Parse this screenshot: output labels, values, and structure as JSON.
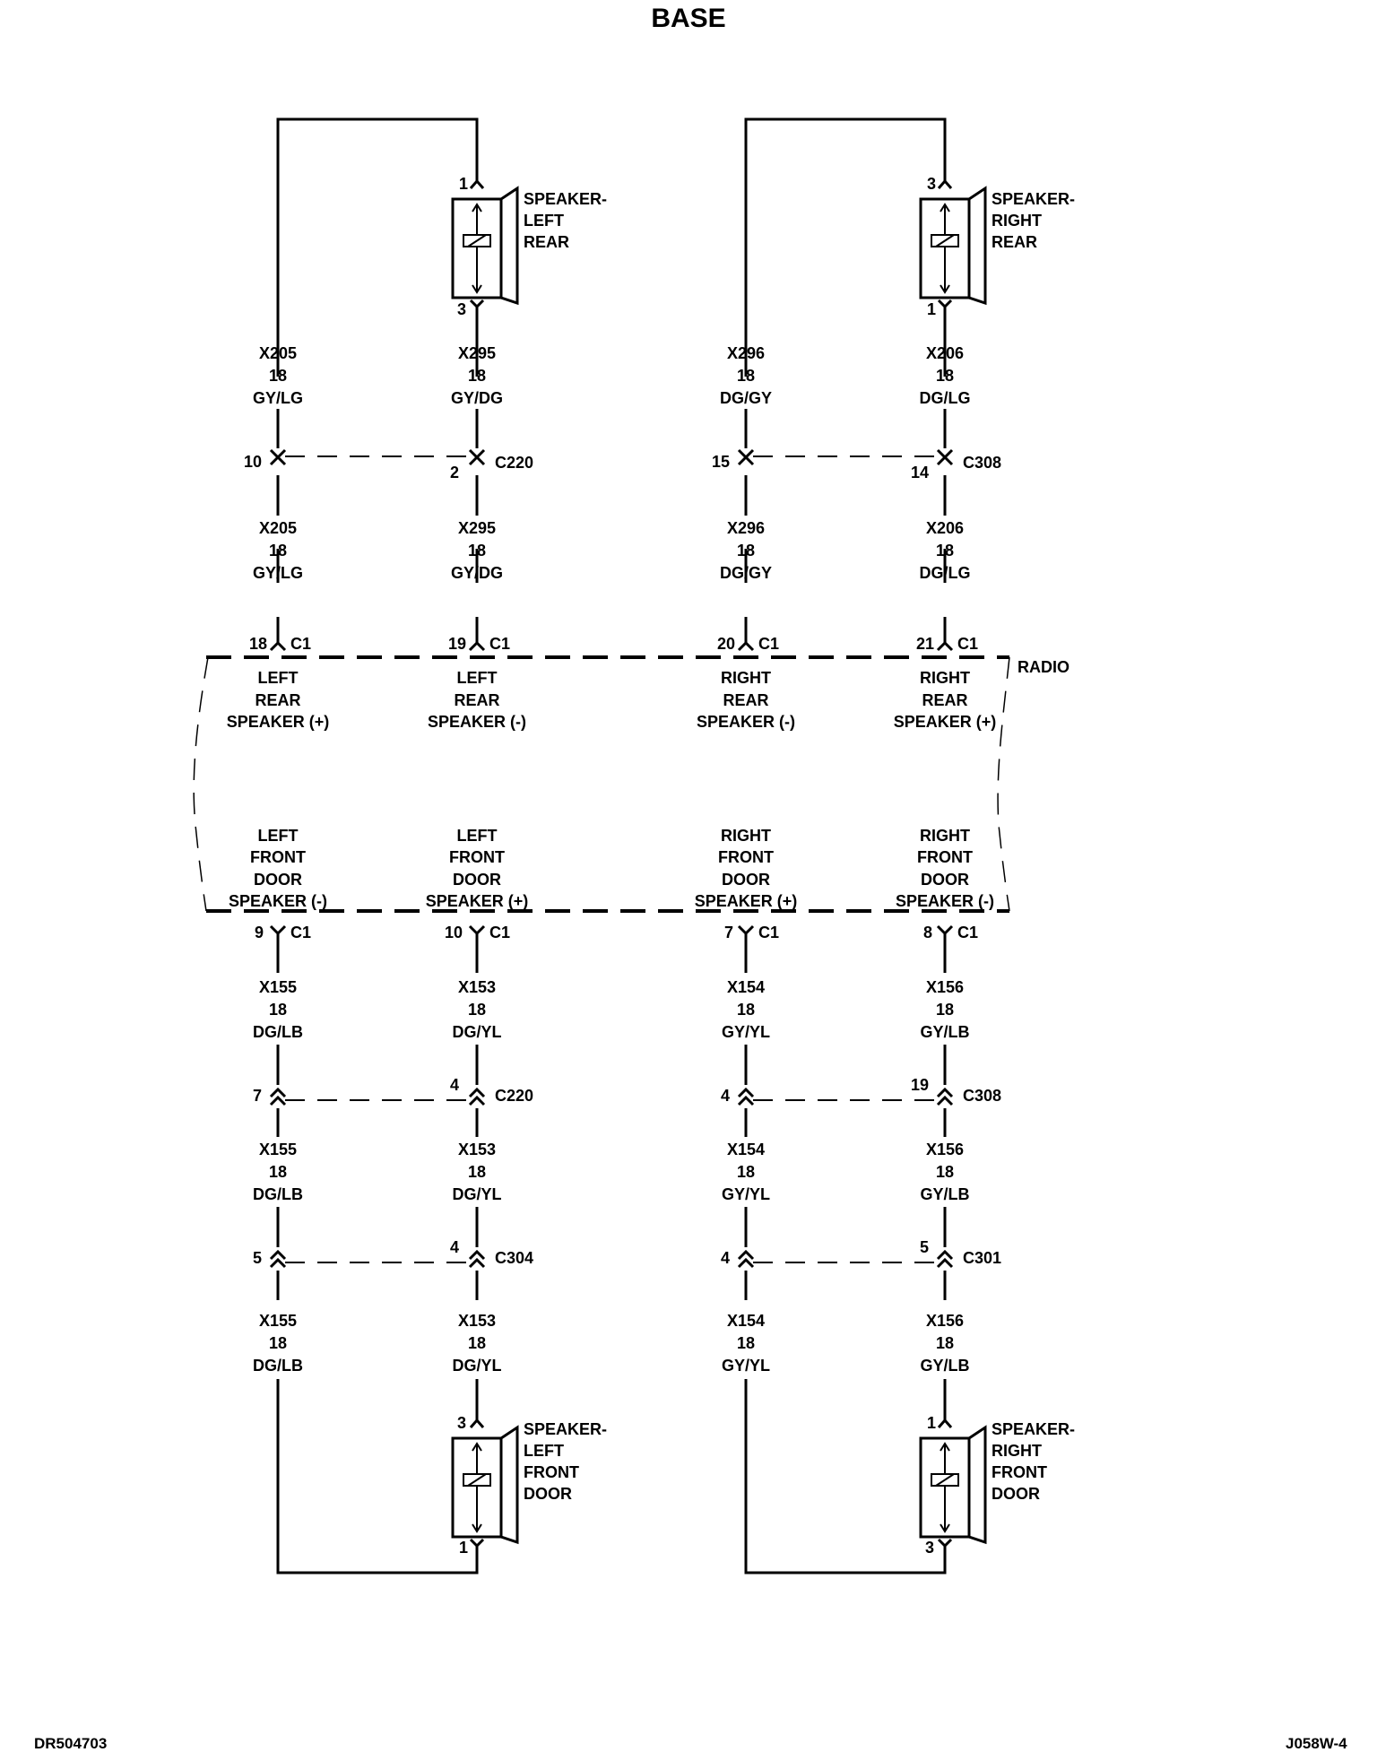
{
  "title": "BASE",
  "footer": {
    "left_code": "DR504703",
    "right_code": "J058W-4"
  },
  "radio_label": "RADIO",
  "speakers": {
    "left_rear": [
      "SPEAKER-",
      "LEFT",
      "REAR"
    ],
    "right_rear": [
      "SPEAKER-",
      "RIGHT",
      "REAR"
    ],
    "left_front_door": [
      "SPEAKER-",
      "LEFT",
      "FRONT",
      "DOOR"
    ],
    "right_front_door": [
      "SPEAKER-",
      "RIGHT",
      "FRONT",
      "DOOR"
    ]
  },
  "speaker_pins": {
    "left_rear": {
      "top": "1",
      "bottom": "3"
    },
    "right_rear": {
      "top": "3",
      "bottom": "1"
    },
    "left_front_door": {
      "top": "3",
      "bottom": "1"
    },
    "right_front_door": {
      "top": "1",
      "bottom": "3"
    }
  },
  "wires": {
    "x205": [
      "X205",
      "18",
      "GY/LG"
    ],
    "x295": [
      "X295",
      "18",
      "GY/DG"
    ],
    "x296": [
      "X296",
      "18",
      "DG/GY"
    ],
    "x206": [
      "X206",
      "18",
      "DG/LG"
    ],
    "x155": [
      "X155",
      "18",
      "DG/LB"
    ],
    "x153": [
      "X153",
      "18",
      "DG/YL"
    ],
    "x154": [
      "X154",
      "18",
      "GY/YL"
    ],
    "x156": [
      "X156",
      "18",
      "GY/LB"
    ]
  },
  "connectors": {
    "c220_top": {
      "name": "C220",
      "pin_a": "10",
      "pin_b": "2"
    },
    "c308_top": {
      "name": "C308",
      "pin_a": "15",
      "pin_b": "14"
    },
    "c220_bot": {
      "name": "C220",
      "pin_a": "7",
      "pin_b": "4"
    },
    "c308_bot": {
      "name": "C308",
      "pin_a": "4",
      "pin_b": "19"
    },
    "c304": {
      "name": "C304",
      "pin_a": "5",
      "pin_b": "4"
    },
    "c301": {
      "name": "C301",
      "pin_a": "4",
      "pin_b": "5"
    }
  },
  "radio_pins": {
    "connector": "C1",
    "top": [
      "18",
      "19",
      "20",
      "21"
    ],
    "bottom": [
      "9",
      "10",
      "7",
      "8"
    ]
  },
  "radio_functions_top": [
    [
      "LEFT",
      "REAR",
      "SPEAKER (+)"
    ],
    [
      "LEFT",
      "REAR",
      "SPEAKER (-)"
    ],
    [
      "RIGHT",
      "REAR",
      "SPEAKER (-)"
    ],
    [
      "RIGHT",
      "REAR",
      "SPEAKER (+)"
    ]
  ],
  "radio_functions_bottom": [
    [
      "LEFT",
      "FRONT",
      "DOOR",
      "SPEAKER (-)"
    ],
    [
      "LEFT",
      "FRONT",
      "DOOR",
      "SPEAKER (+)"
    ],
    [
      "RIGHT",
      "FRONT",
      "DOOR",
      "SPEAKER (+)"
    ],
    [
      "RIGHT",
      "FRONT",
      "DOOR",
      "SPEAKER (-)"
    ]
  ]
}
